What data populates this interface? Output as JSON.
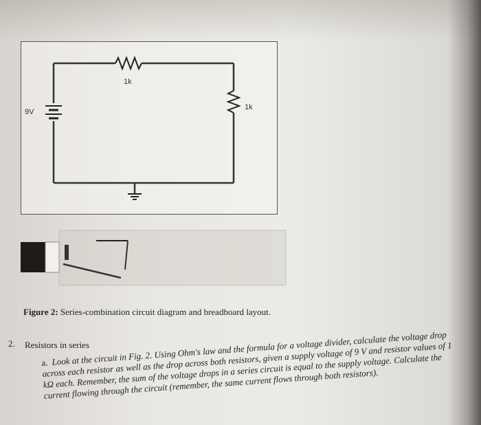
{
  "figure": {
    "labels": {
      "top_resistor": "1k",
      "right_resistor": "1k",
      "battery": "9V"
    }
  },
  "caption": {
    "prefix": "Figure 2:",
    "text": " Series-combination circuit diagram and breadboard layout."
  },
  "question": {
    "number": "2.",
    "title": "Resistors in series",
    "part_marker": "a.",
    "part_text": "Look at the circuit in Fig. 2. Using Ohm's law and the formula for a voltage divider, calculate the voltage drop across each resistor as well as the drop across both resistors, given a supply voltage of 9 V and resistor values of 1 kΩ each. Remember, the sum of the voltage drops in a series circuit is equal to the supply voltage. Calculate the current flowing through the circuit (remember, the same current flows through both resistors)."
  }
}
